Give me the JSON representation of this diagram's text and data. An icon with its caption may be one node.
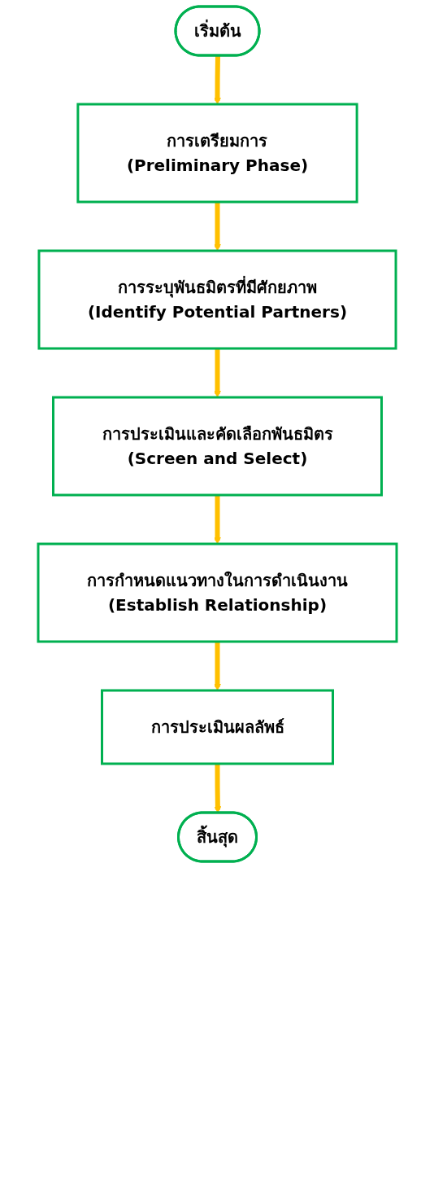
{
  "diagram": {
    "nodes": [
      {
        "text": [
          "เริ่มต้น"
        ]
      },
      {
        "text": [
          "การเตรียมการ",
          "(Preliminary Phase)"
        ]
      },
      {
        "text": [
          "การระบุพันธมิตรที่มีศักยภาพ",
          "(Identify Potential Partners)"
        ]
      },
      {
        "text": [
          "การประเมินและคัดเลือกพันธมิตร",
          "(Screen and Select)"
        ]
      },
      {
        "text": [
          "การกำหนดแนวทางในการดำเนินงาน",
          "(Establish Relationship)"
        ]
      },
      {
        "text": [
          "การประเมินผลลัพธ์"
        ]
      },
      {
        "text": [
          "สิ้นสุด"
        ]
      }
    ],
    "edges": [
      {
        "from": 0,
        "to": 1,
        "arrow": "to"
      },
      {
        "from": 1,
        "to": 2,
        "arrow": "to"
      },
      {
        "from": 2,
        "to": 3,
        "arrow": "to"
      },
      {
        "from": 3,
        "to": 4,
        "arrow": "to"
      },
      {
        "from": 4,
        "to": 5,
        "arrow": "to"
      },
      {
        "from": 5,
        "to": 6,
        "arrow": "to"
      }
    ]
  }
}
